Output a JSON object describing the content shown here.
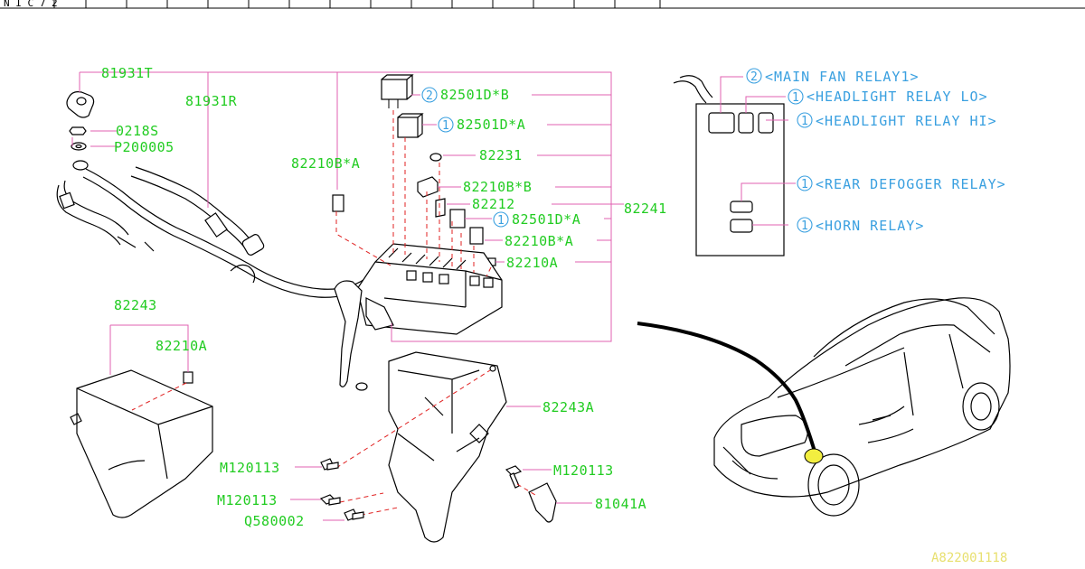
{
  "header": {
    "left_text": "N I C 7 2",
    "yellow_cells": [
      "",
      "",
      "",
      ""
    ],
    "right_yellow": ""
  },
  "labels": {
    "p81931T": "81931T",
    "p81931R": "81931R",
    "p0218S": "0218S",
    "pP200005": "P200005",
    "p82210BA_left": "82210B*A",
    "p82501DB": "82501D*B",
    "p82501DA_top": "82501D*A",
    "p82231": "82231",
    "p82210BB": "82210B*B",
    "p82212": "82212",
    "p82241": "82241",
    "p82501DA_low": "82501D*A",
    "p82210BA_right": "82210B*A",
    "p82210A_right": "82210A",
    "p82243": "82243",
    "p82210A_left": "82210A",
    "p82243A": "82243A",
    "pM120113_a": "M120113",
    "pM120113_b": "M120113",
    "pQ580002": "Q580002",
    "pM120113_c": "M120113",
    "p81041A": "81041A",
    "qty2_a": "2",
    "qty1_a": "1",
    "qty1_b": "1"
  },
  "relay_legend": [
    {
      "qty": "2",
      "text": "<MAIN FAN RELAY1>"
    },
    {
      "qty": "1",
      "text": "<HEADLIGHT RELAY LO>"
    },
    {
      "qty": "1",
      "text": "<HEADLIGHT RELAY HI>"
    },
    {
      "qty": "1",
      "text": "<REAR DEFOGGER RELAY>"
    },
    {
      "qty": "1",
      "text": "<HORN RELAY>"
    }
  ],
  "figure_ref": "A822001118",
  "colors": {
    "part_label": "#22cc22",
    "relay_label": "#3aa0e0",
    "leader": "#e060b0",
    "dashed": "#e02020",
    "ref": "#e8e070"
  }
}
